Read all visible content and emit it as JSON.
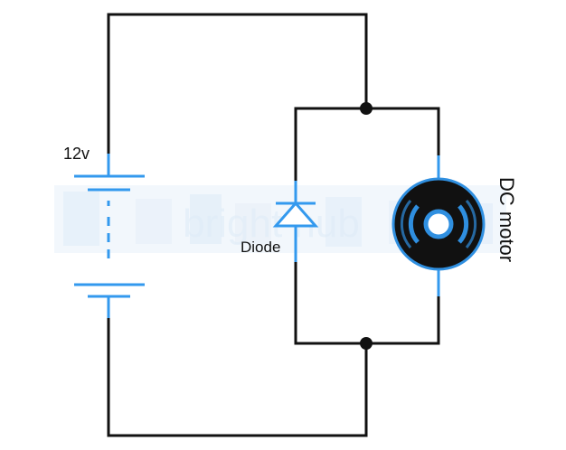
{
  "labels": {
    "battery_voltage": "12v",
    "diode": "Diode",
    "motor": "DC motor"
  },
  "watermark": {
    "text": "bright hub"
  },
  "colors": {
    "wire": "#111111",
    "component": "#3399ee",
    "motor_body": "#111111",
    "motor_ring": "#2f8fe0",
    "background": "#ffffff"
  },
  "icons": {
    "battery": "battery-symbol",
    "diode": "diode-symbol",
    "motor": "dc-motor-symbol",
    "junction": "junction-dot"
  }
}
